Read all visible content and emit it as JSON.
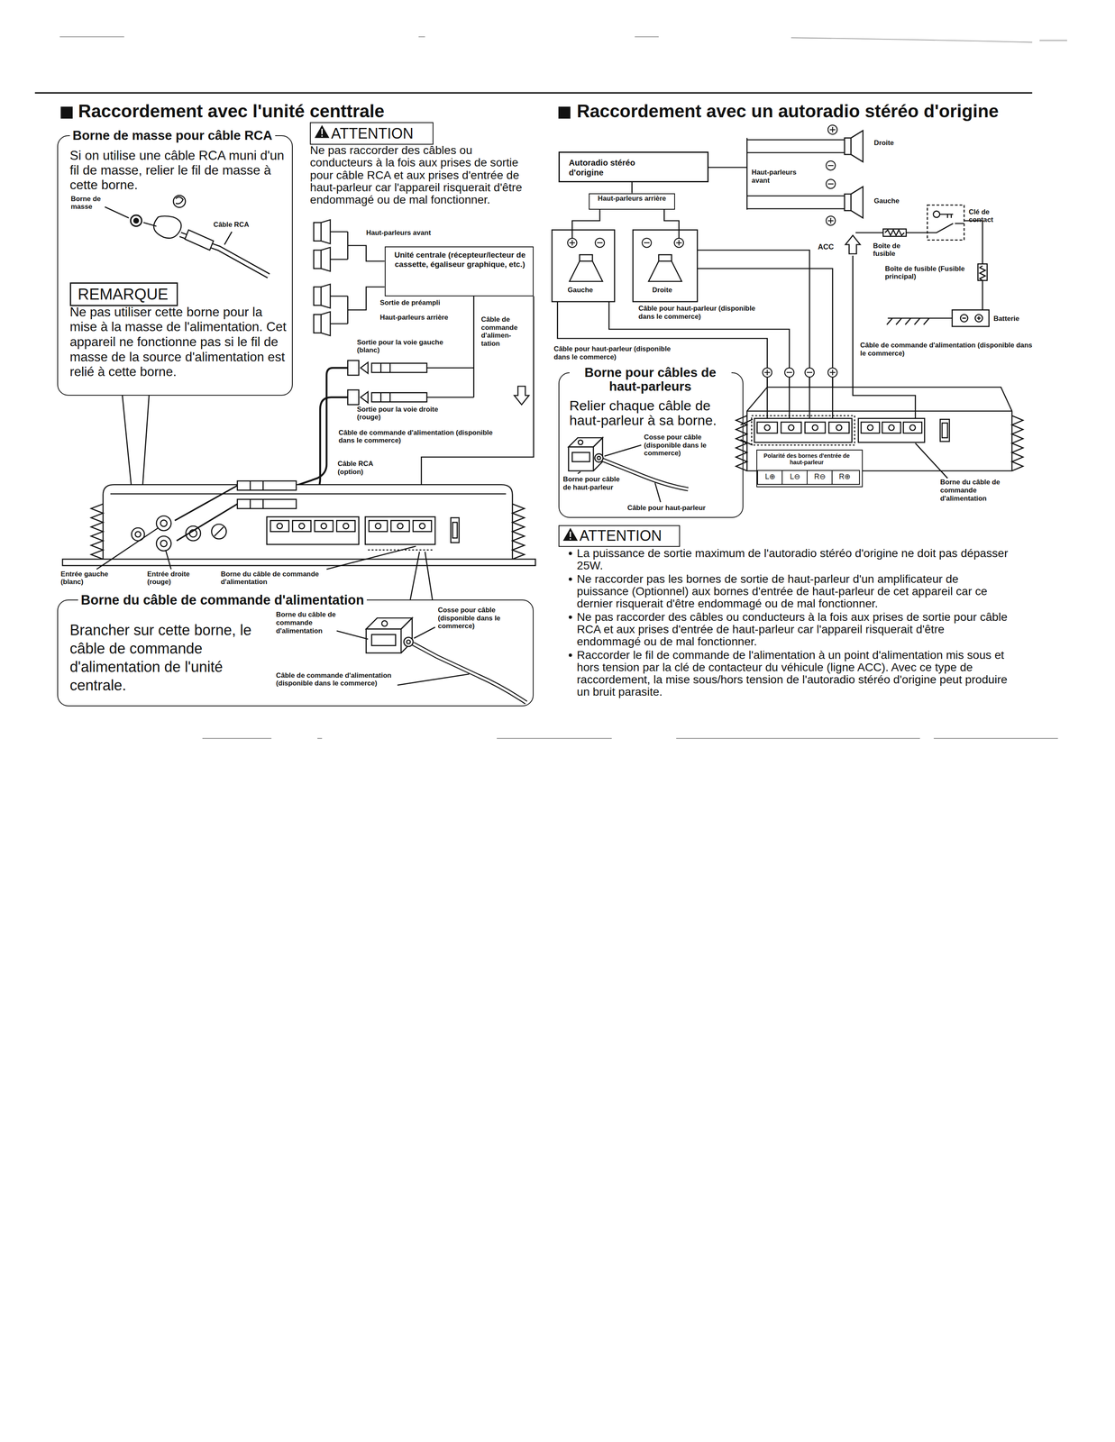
{
  "diagram": {
    "nodes": [
      {
        "text": [
          "Borne de masse pour câble RCA",
          "Si on utilise une câble RCA muni d'un fil de masse, relier le fil de masse à cette borne.",
          "Ne pas utiliser cette borne pour la mise à la masse de l'alimentation. Cet appareil ne fonctionne pas si le fil de masse de la source d'alimentation est relié à cette borne."
        ]
      },
      {
        "text": [
          "REMARQUE"
        ],
        "in": 0
      },
      {
        "text": [
          "ATTENTION"
        ]
      },
      {
        "text": [
          "Unité centrale (récepteur/lecteur de cassette, égaliseur graphique, etc.)"
        ]
      },
      {
        "text": [
          "Borne du câble de commande d'alimentation",
          "Brancher sur cette borne, le câble de commande d'alimentation de l'unité centrale."
        ]
      },
      {
        "text": [
          "Autoradio stéréo d'origine"
        ]
      },
      {
        "text": [
          "Haut-parleurs arrière"
        ]
      },
      {
        "text": [
          "Borne pour câbles de haut-parleurs",
          "Relier chaque câble de haut-parleur à sa borne."
        ]
      },
      {
        "text": [
          "Polarité des bornes d'entrée de haut-parleur"
        ]
      },
      {
        "text": [
          "L⊕"
        ],
        "in": 8
      },
      {
        "text": [
          "L⊖"
        ],
        "in": 8
      },
      {
        "text": [
          "R⊖"
        ],
        "in": 8
      },
      {
        "text": [
          "R⊕"
        ],
        "in": 8
      },
      {
        "text": [
          "ATTENTION"
        ]
      }
    ],
    "edges": [
      {
        "from": 5,
        "to": 6,
        "arrow": "none"
      }
    ],
    "labels": [
      "Raccordement avec l'unité centtrale",
      "Raccordement avec un autoradio stéréo d'origine",
      "Borne de masse",
      "Câble RCA",
      "Ne pas raccorder des câbles ou conducteurs à la fois aux prises de sortie pour câble RCA et aux prises d'entrée de haut-parleur car l'appareil risquerait d'être endommagé ou de mal fonctionner.",
      "Haut-parleurs avant",
      "Sortie de préampli",
      "Haut-parleurs arrière",
      "Câble de commande d'alimen- tation",
      "Sortie pour la voie gauche (blanc)",
      "Sortie pour la voie droite (rouge)",
      "Câble de commande d'alimentation (disponible dans le commerce)",
      "Câble RCA (option)",
      "Entrée gauche (blanc)",
      "Entrée droite (rouge)",
      "Borne du câble de commande d'alimentation",
      "Borne du câble de commande d'alimentation",
      "Cosse pour câble (disponible dans le commerce)",
      "Câble de commande d'alimentation (disponible dans le commerce)",
      "Droite",
      "Haut-parleurs avant",
      "Gauche",
      "Clé de contact",
      "ACC",
      "Boîte de fusible",
      "Boîte de fusible (Fusible principal)",
      "Batterie",
      "Gauche",
      "Droite",
      "Câble pour haut-parleur (disponible dans le commerce)",
      "Câble pour haut-parleur (disponible dans le commerce)",
      "Câble de commande d'alimentation (disponible dans le commerce)",
      "Cosse pour câble (disponible dans le commerce)",
      "Borne pour câble de haut-parleur",
      "Câble pour haut-parleur",
      "Borne du câble de commande d'alimentation",
      "La puissance de sortie maximum de l'autoradio stéréo d'origine ne doit pas dépasser 25W.",
      "Ne raccorder pas les bornes de sortie de haut-parleur d'un amplificateur de puissance (Optionnel) aux bornes d'entrée de haut-parleur de cet appareil car ce dernier risquerait d'être endommagé ou de mal fonctionner.",
      "Ne pas raccorder des câbles ou conducteurs à la fois aux prises de sortie pour câble RCA et aux prises d'entrée de haut-parleur car l'appareil risquerait d'être endommagé ou de mal fonctionner.",
      "Raccorder le fil de commande de l'alimentation à un point d'alimentation mis sous et hors tension par la clé de contacteur du véhicule (ligne ACC). Avec ce type de raccordement, la mise sous/hors tension de l'autoradio stéréo d'origine peut produire un bruit parasite."
    ]
  }
}
